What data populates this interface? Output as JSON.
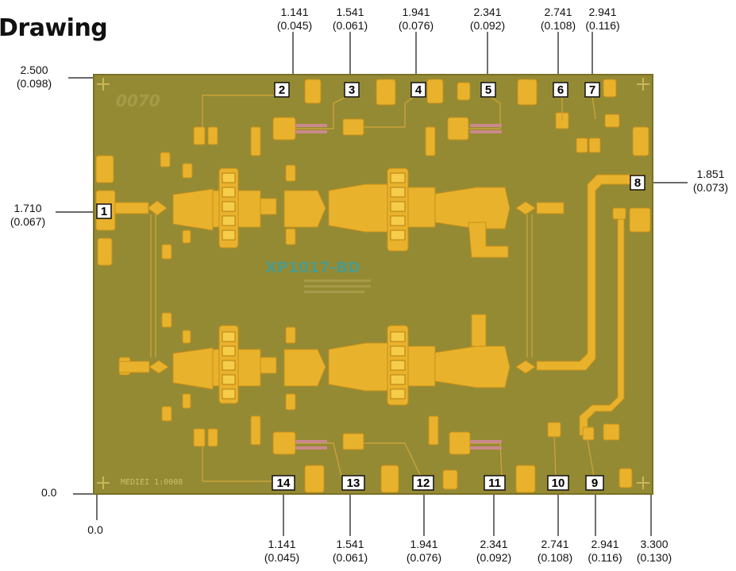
{
  "title": "Drawing",
  "part_number": "XP1017-BD",
  "die_marking": "0070",
  "die_code": "MEDIEI 1:0008",
  "top_dims": [
    {
      "mm": "1.141",
      "in": "(0.045)"
    },
    {
      "mm": "1.541",
      "in": "(0.061)"
    },
    {
      "mm": "1.941",
      "in": "(0.076)"
    },
    {
      "mm": "2.341",
      "in": "(0.092)"
    },
    {
      "mm": "2.741",
      "in": "(0.108)"
    },
    {
      "mm": "2.941",
      "in": "(0.116)"
    }
  ],
  "bottom_dims": [
    {
      "mm": "1.141",
      "in": "(0.045)"
    },
    {
      "mm": "1.541",
      "in": "(0.061)"
    },
    {
      "mm": "1.941",
      "in": "(0.076)"
    },
    {
      "mm": "2.341",
      "in": "(0.092)"
    },
    {
      "mm": "2.741",
      "in": "(0.108)"
    },
    {
      "mm": "2.941",
      "in": "(0.116)"
    },
    {
      "mm": "3.300",
      "in": "(0.130)"
    }
  ],
  "left_dims": {
    "top": {
      "mm": "2.500",
      "in": "(0.098)"
    },
    "pad1": {
      "mm": "1.710",
      "in": "(0.067)"
    }
  },
  "right_dims": {
    "pad8": {
      "mm": "1.851",
      "in": "(0.073)"
    }
  },
  "origin": {
    "y": "0.0",
    "x": "0.0"
  },
  "pads": [
    "1",
    "2",
    "3",
    "4",
    "5",
    "6",
    "7",
    "8",
    "9",
    "10",
    "11",
    "12",
    "13",
    "14"
  ],
  "colors": {
    "substrate": "#948a34",
    "gold": "#e9b22c",
    "gold_light": "#f5cd4a",
    "label_box": "#ffffff"
  }
}
